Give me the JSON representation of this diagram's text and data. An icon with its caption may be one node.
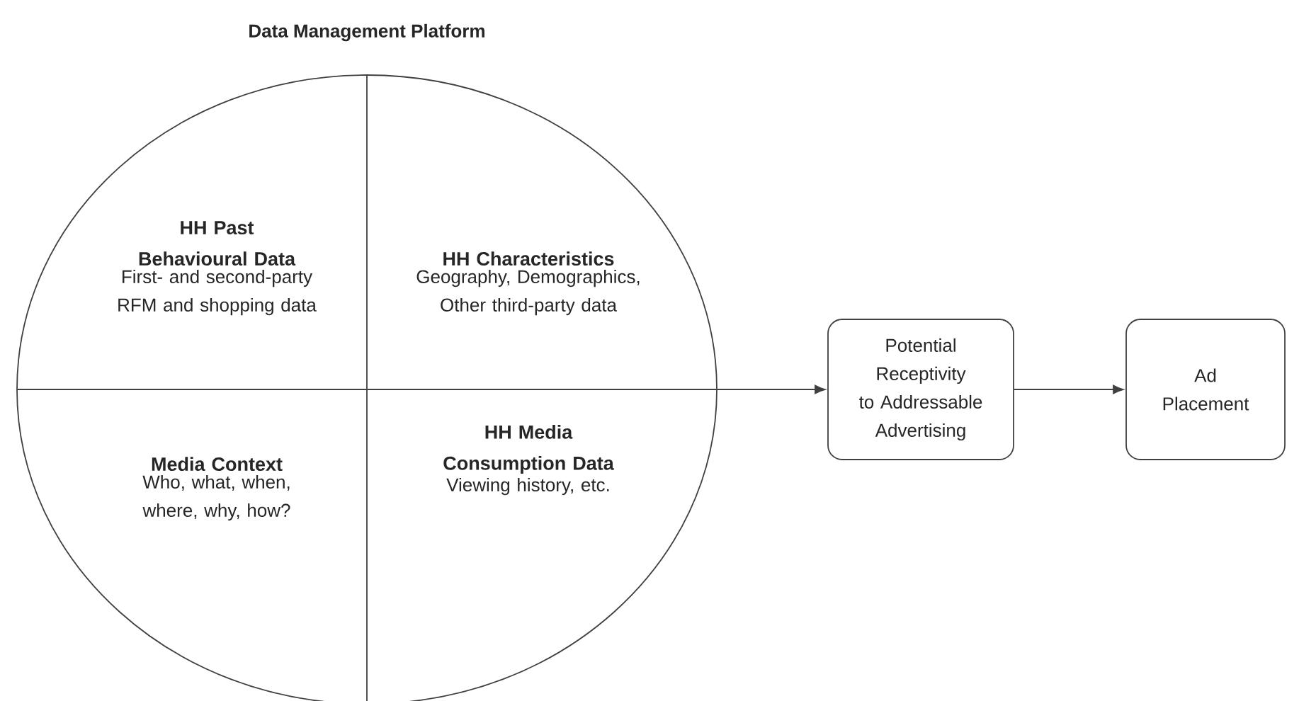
{
  "diagram": {
    "nodes": [
      {
        "text": [
          "Data Management Platform"
        ]
      },
      {
        "text": [
          "HH Past Behavioural Data",
          "First- and second-party RFM and shopping data"
        ],
        "in": 0
      },
      {
        "text": [
          "HH Characteristics",
          "Geography, Demographics, Other third-party data"
        ],
        "in": 0
      },
      {
        "text": [
          "Media Context",
          "Who, what, when, where, why, how?"
        ],
        "in": 0
      },
      {
        "text": [
          "HH Media Consumption Data",
          "Viewing history, etc."
        ],
        "in": 0
      },
      {
        "text": [
          "Potential Receptivity to Addressable Advertising"
        ]
      },
      {
        "text": [
          "Ad Placement"
        ]
      }
    ],
    "edges": [
      {
        "from": 0,
        "to": 5,
        "arrow": "to"
      },
      {
        "from": 5,
        "to": 6,
        "arrow": "to"
      }
    ]
  }
}
